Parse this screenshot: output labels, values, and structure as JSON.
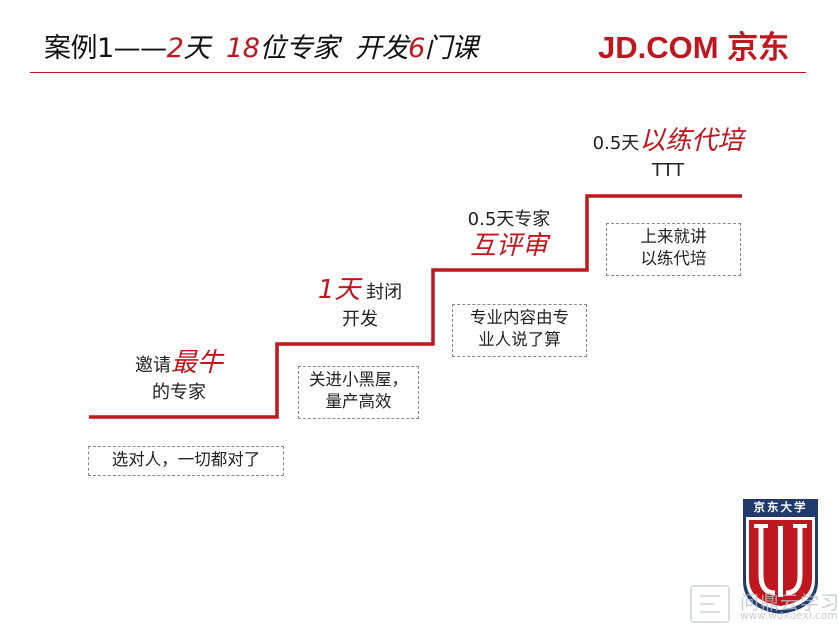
{
  "header": {
    "title_prefix": "案例1——",
    "title_days_num": "2",
    "title_days_unit": "天",
    "title_experts_num": "18",
    "title_experts_text": "位专家",
    "title_dev_text": "开发",
    "title_courses_num": "6",
    "title_courses_text": "门课",
    "brand": "JD.COM 京东"
  },
  "steps": [
    {
      "pre": "邀请",
      "emph": "最牛",
      "line2": "的专家",
      "box": [
        "选对人，一切都对了"
      ]
    },
    {
      "emph": "1天",
      "post": " 封闭",
      "line2": "开发",
      "box": [
        "关进小黑屋，",
        "量产高效"
      ]
    },
    {
      "line1": "0.5天专家",
      "emph": "互评审",
      "box": [
        "专业内容由专",
        "业人说了算"
      ]
    },
    {
      "pre": "0.5天",
      "emph": "以练代培",
      "line2": "TTT",
      "box": [
        "上来就讲",
        "以练代培"
      ]
    }
  ],
  "logo": {
    "text": "京东大学",
    "color": "#c0161e",
    "navy": "#1f3a6b"
  },
  "watermark": {
    "text": "问鼎云学习",
    "url": "www.wdxuexi.com"
  },
  "colors": {
    "accent": "#c0161e"
  }
}
